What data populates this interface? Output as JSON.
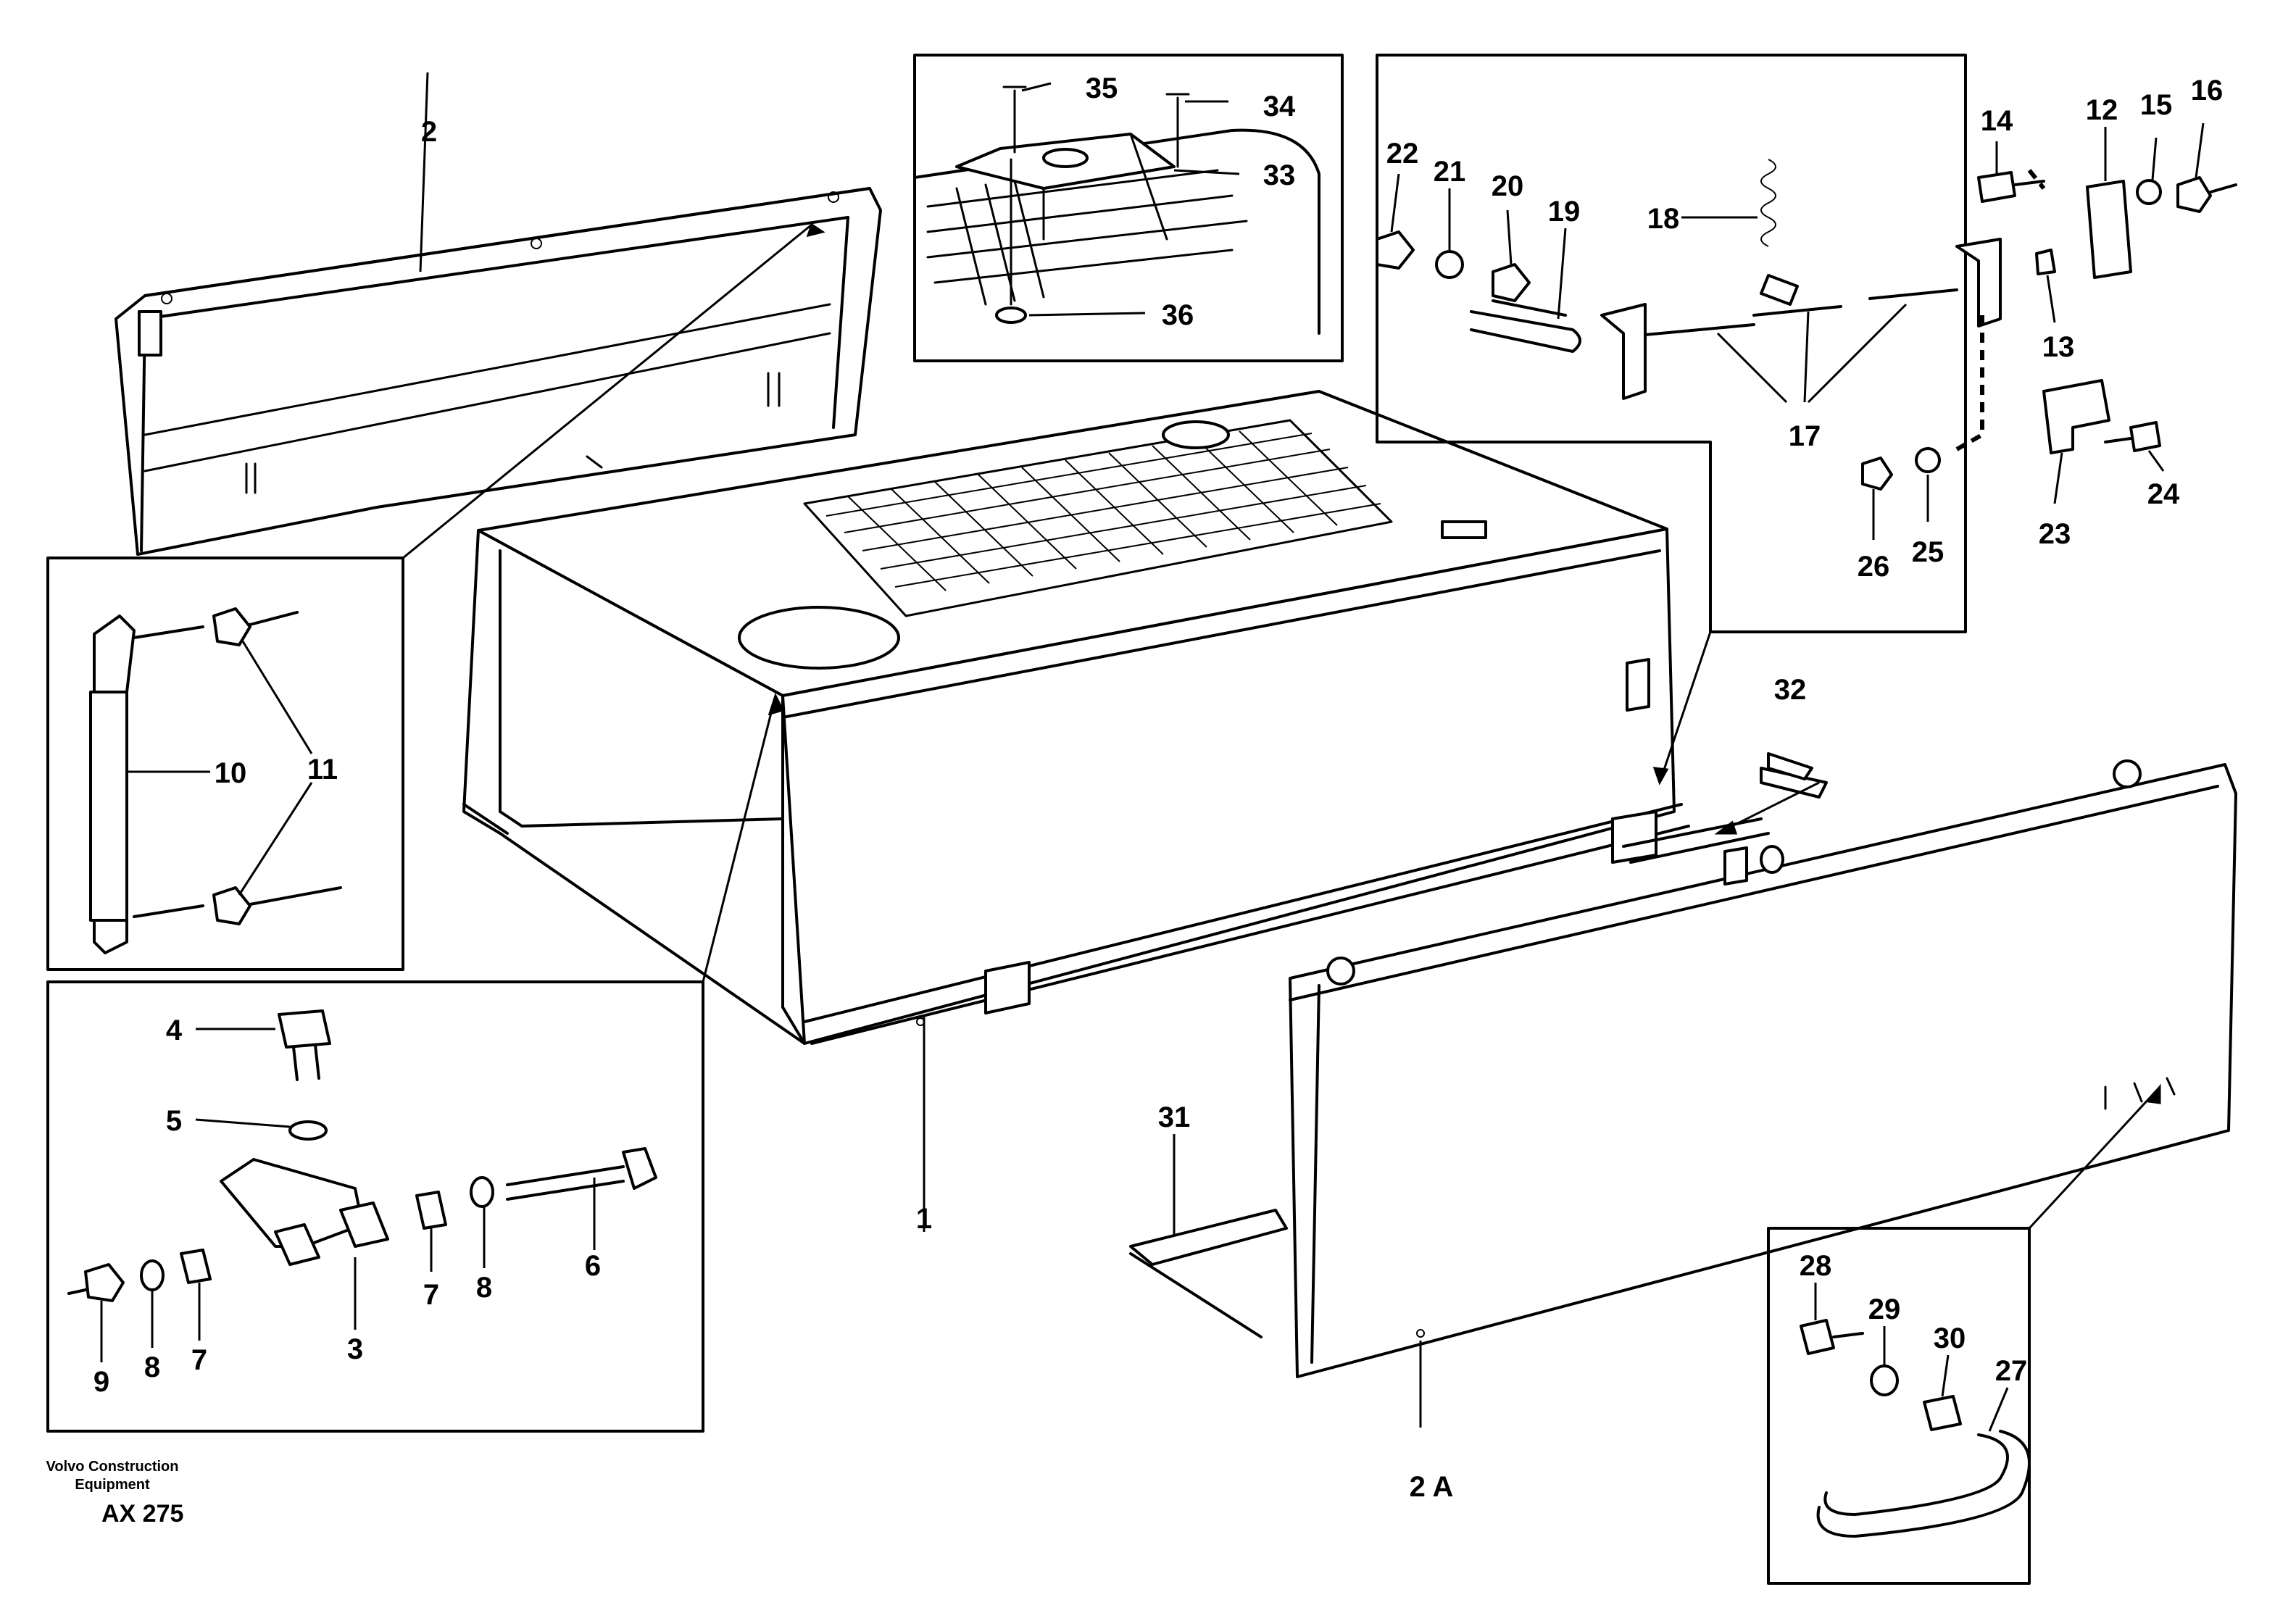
{
  "caption": {
    "brand": "Volvo Construction\nEquipment",
    "brand_line1": "Volvo Construction",
    "brand_line2": "Equipment",
    "code": "AX 275"
  },
  "callouts": {
    "c1": "1",
    "c2": "2",
    "c2a": "2 A",
    "c3": "3",
    "c4": "4",
    "c5": "5",
    "c6": "6",
    "c7a": "7",
    "c7b": "7",
    "c8a": "8",
    "c8b": "8",
    "c9": "9",
    "c10": "10",
    "c11": "11",
    "c12": "12",
    "c13": "13",
    "c14": "14",
    "c15": "15",
    "c16": "16",
    "c17": "17",
    "c18": "18",
    "c19": "19",
    "c20": "20",
    "c21": "21",
    "c22": "22",
    "c23": "23",
    "c24": "24",
    "c25": "25",
    "c26": "26",
    "c27": "27",
    "c28": "28",
    "c29": "29",
    "c30": "30",
    "c31": "31",
    "c32": "32",
    "c33": "33",
    "c34": "34",
    "c35": "35",
    "c36": "36"
  }
}
